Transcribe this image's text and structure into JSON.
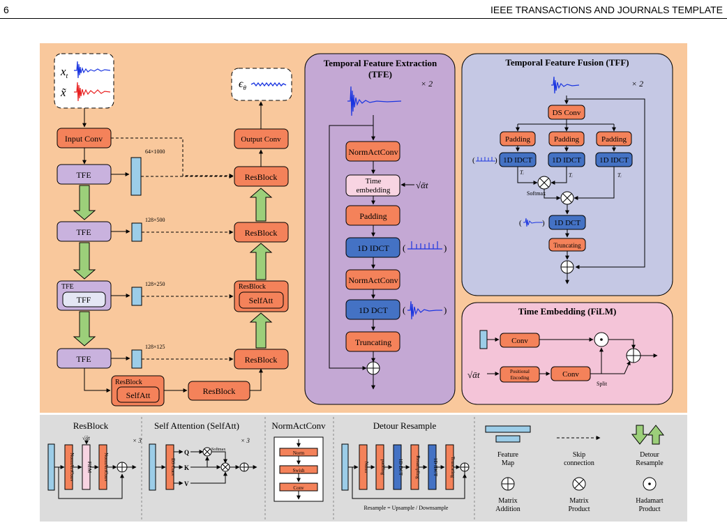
{
  "header": {
    "page_number": "6",
    "journal_title": "IEEE TRANSACTIONS AND JOURNALS TEMPLATE"
  },
  "main": {
    "input_x_t": "x",
    "input_x_t_sub": "t",
    "input_x_tilde": "x̃",
    "output_eps": "ϵ",
    "output_eps_sub": "θ",
    "input_conv": "Input Conv",
    "output_conv": "Output Conv",
    "tfe": "TFE",
    "tff": "TFF",
    "resblock": "ResBlock",
    "selfatt": "SelfAtt",
    "dim_1": "64×1000",
    "dim_2": "128×500",
    "dim_3": "128×250",
    "dim_4": "128×125"
  },
  "tfe_panel": {
    "title_line1": "Temporal Feature Extraction",
    "title_line2": "(TFE)",
    "repeat": "× 2",
    "normactconv": "NormActConv",
    "time_emb_line1": "Time",
    "time_emb_line2": "embedding",
    "sqrt_alpha": "√ᾱt",
    "padding": "Padding",
    "idct": "1D IDCT",
    "dct": "1D DCT",
    "truncating": "Truncating",
    "paren_open": "(",
    "paren_close": ")"
  },
  "tff_panel": {
    "title": "Temporal Feature Fusion (TFF)",
    "repeat": "× 2",
    "ds_conv": "DS Conv",
    "padding": "Padding",
    "idct": "1D IDCT",
    "dct": "1D DCT",
    "truncating": "Truncating",
    "t_label": "Tᵢ",
    "softmax": "Softmax"
  },
  "film_panel": {
    "title": "Time Embedding (FiLM)",
    "conv": "Conv",
    "pos_enc_line1": "Positional",
    "pos_enc_line2": "Encoding",
    "split": "Split",
    "sqrt_alpha": "√ᾱt"
  },
  "legend": {
    "resblock_title": "ResBlock",
    "resblock_inner": [
      "NormActConv",
      "FiLM",
      "NormActConv"
    ],
    "sqrt_alpha": "√ᾱt",
    "times3": "× 3",
    "selfatt_title": "Self Attention (SelfAtt)",
    "ds_conv": "DS Conv",
    "q": "Q",
    "k": "K",
    "v": "V",
    "softmax": "Softmax",
    "nac_title": "NormActConv",
    "nac_items": [
      "Norm",
      "Swish",
      "Conv"
    ],
    "detour_title": "Detour Resample",
    "detour_items": [
      "Norm",
      "padding",
      "1D DCT",
      "Resampling",
      "1D IDCT",
      "Truncating"
    ],
    "resample_note": "Resample = Upsample / Downsample",
    "feature_map": [
      "Feature",
      "Map"
    ],
    "skip": [
      "Skip",
      "connection"
    ],
    "detour": [
      "Detour",
      "Resample"
    ],
    "matrix_addition": [
      "Matrix",
      "Addition"
    ],
    "matrix_product": [
      "Matrix",
      "Product"
    ],
    "hadamard_product": [
      "Hadamart",
      "Product"
    ]
  },
  "colors": {
    "background_panel": "#f9c89c",
    "tfe_panel": "#c4a8d4",
    "tff_panel": "#c5c8e4",
    "film_panel": "#f4c4d8",
    "legend_bg": "#dcdcdc",
    "orange_block": "#f4825a",
    "purple_block": "#c9b2de",
    "blue_block": "#4472c4",
    "feature_map": "#9ccde8",
    "green_arrow": "#9ccf7a",
    "pink_block": "#f8d4e2",
    "signal_blue": "#1a35e0",
    "signal_red": "#e82020"
  }
}
